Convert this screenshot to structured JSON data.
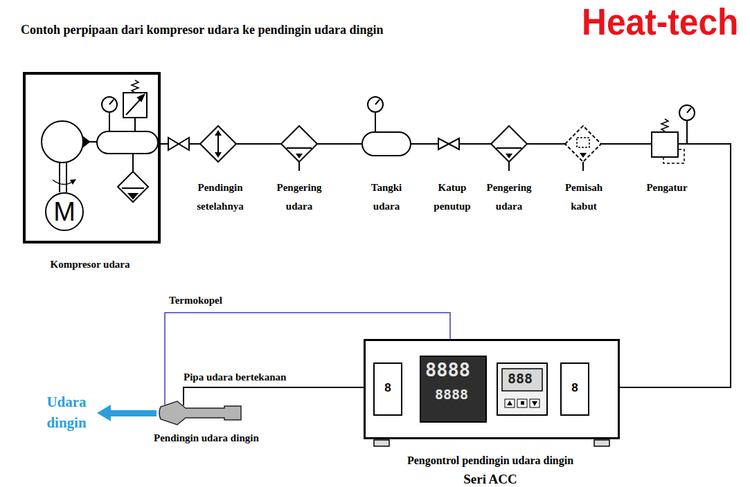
{
  "diagram": {
    "title": "Contoh perpipaan dari kompresor udara ke pendingin udara dingin",
    "nodes": [
      {
        "text": [
          "Kompresor udara"
        ]
      },
      {
        "text": [
          "M"
        ],
        "in": 0
      },
      {
        "text": [
          "Pendingin setelahnya"
        ]
      },
      {
        "text": [
          "Pengering udara"
        ]
      },
      {
        "text": [
          "Tangki udara"
        ]
      },
      {
        "text": [
          "Katup penutup"
        ]
      },
      {
        "text": [
          "Pengering udara"
        ]
      },
      {
        "text": [
          "Pemisah kabut"
        ]
      },
      {
        "text": [
          "Pengatur"
        ]
      },
      {
        "text": [
          "Pengontrol pendingin udara dingin",
          "Seri ACC"
        ]
      },
      {
        "text": [
          "Pendingin udara dingin"
        ]
      }
    ],
    "edges": [
      {
        "from": 0,
        "to": 2,
        "arrow": "none"
      },
      {
        "from": 2,
        "to": 3,
        "arrow": "none"
      },
      {
        "from": 3,
        "to": 4,
        "arrow": "none"
      },
      {
        "from": 4,
        "to": 5,
        "arrow": "none"
      },
      {
        "from": 5,
        "to": 6,
        "arrow": "none"
      },
      {
        "from": 6,
        "to": 7,
        "arrow": "none"
      },
      {
        "from": 7,
        "to": 8,
        "arrow": "none"
      },
      {
        "from": 8,
        "to": 9,
        "arrow": "none"
      },
      {
        "from": 9,
        "to": 10,
        "label": "Pipa udara bertekanan",
        "arrow": "none"
      },
      {
        "from": 9,
        "to": 10,
        "label": "Termokopel",
        "arrow": "none"
      }
    ],
    "labels": [
      "Heat-tech",
      "8",
      "8888",
      "8888",
      "888",
      "8",
      "Udara dingin"
    ]
  }
}
